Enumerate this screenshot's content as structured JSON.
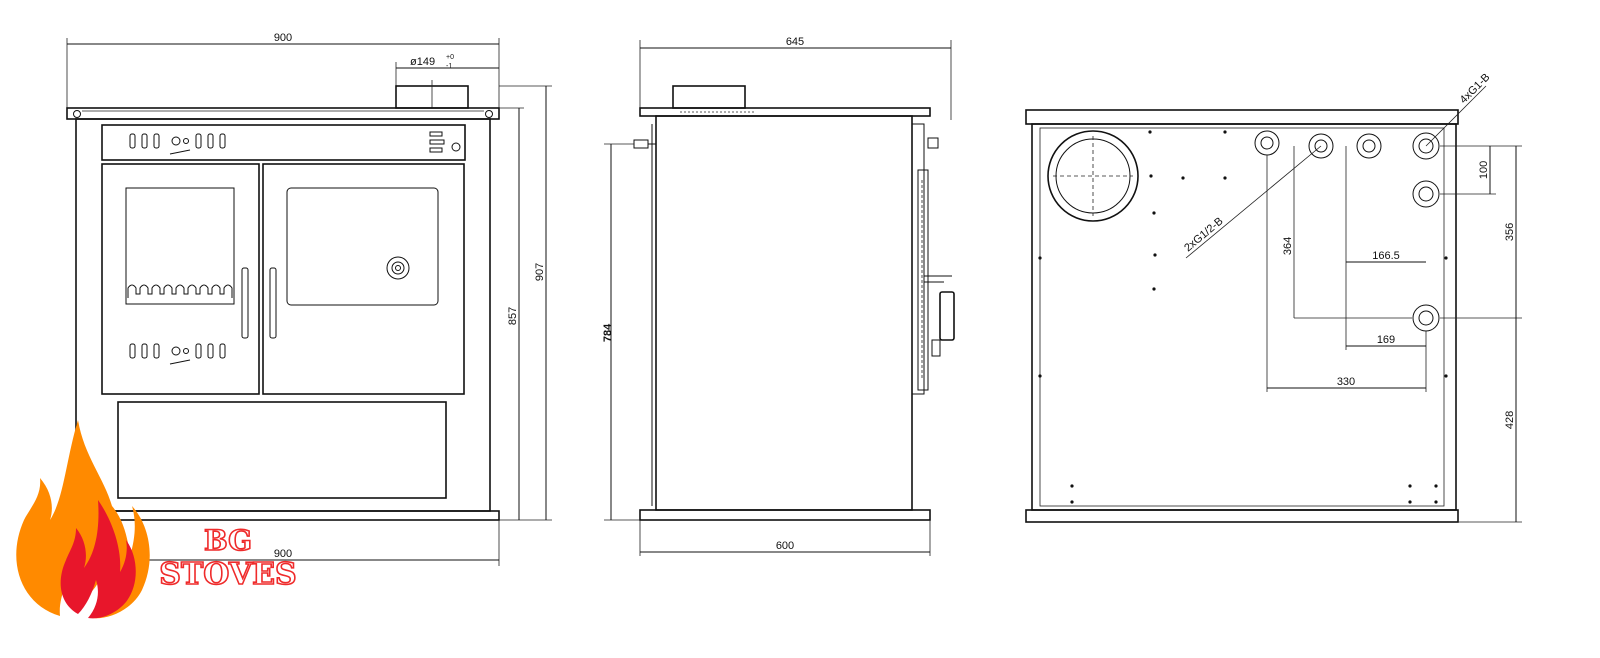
{
  "front_view": {
    "width_top": "900",
    "flue_diameter": "ø149",
    "flue_tol_upper": "+0",
    "flue_tol_lower": "-1",
    "height_total": "907",
    "height_body": "857",
    "width_bottom": "900"
  },
  "side_view": {
    "depth_top": "645",
    "height": "784",
    "depth_bottom": "600"
  },
  "back_view": {
    "label_top_fittings": "4xG1-B",
    "label_side_fittings": "2xG1/2-B",
    "dim_100": "100",
    "dim_356": "356",
    "dim_364": "364",
    "dim_166_5": "166.5",
    "dim_169": "169",
    "dim_330": "330",
    "dim_428": "428"
  },
  "logo": {
    "line1": "BG",
    "line2": "STOVES",
    "colors": {
      "flame_outer": "#ff8a00",
      "flame_inner": "#e8162b",
      "text": "#ef2b2b"
    }
  }
}
